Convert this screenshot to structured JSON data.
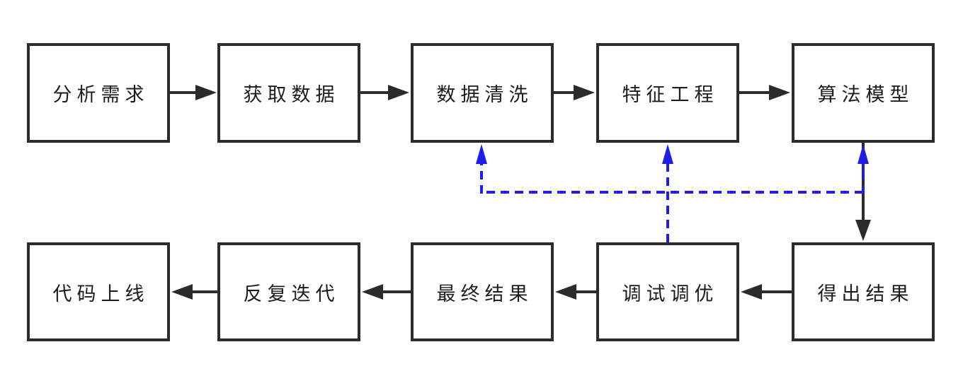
{
  "diagram": {
    "description": "Machine learning workflow flowchart with feedback loops",
    "colors": {
      "background": "#ffffff",
      "box_border": "#2b2b2b",
      "flow_arrow": "#2b2b2b",
      "feedback_arrow": "#1e1ee8",
      "text": "#1c1c1c"
    },
    "nodes": [
      {
        "id": "analyze",
        "label": "分析需求",
        "row": 1,
        "col": 1
      },
      {
        "id": "acquire",
        "label": "获取数据",
        "row": 1,
        "col": 2
      },
      {
        "id": "clean",
        "label": "数据清洗",
        "row": 1,
        "col": 3
      },
      {
        "id": "feature",
        "label": "特征工程",
        "row": 1,
        "col": 4
      },
      {
        "id": "model",
        "label": "算法模型",
        "row": 1,
        "col": 5
      },
      {
        "id": "result",
        "label": "得出结果",
        "row": 2,
        "col": 5
      },
      {
        "id": "tune",
        "label": "调试调优",
        "row": 2,
        "col": 4
      },
      {
        "id": "final",
        "label": "最终结果",
        "row": 2,
        "col": 3
      },
      {
        "id": "iterate",
        "label": "反复迭代",
        "row": 2,
        "col": 2
      },
      {
        "id": "deploy",
        "label": "代码上线",
        "row": 2,
        "col": 1
      }
    ],
    "edges": [
      {
        "from": "analyze",
        "to": "acquire",
        "style": "solid",
        "color": "black"
      },
      {
        "from": "acquire",
        "to": "clean",
        "style": "solid",
        "color": "black"
      },
      {
        "from": "clean",
        "to": "feature",
        "style": "solid",
        "color": "black"
      },
      {
        "from": "feature",
        "to": "model",
        "style": "solid",
        "color": "black"
      },
      {
        "from": "model",
        "to": "result",
        "style": "solid",
        "color": "black"
      },
      {
        "from": "result",
        "to": "tune",
        "style": "solid",
        "color": "black"
      },
      {
        "from": "tune",
        "to": "final",
        "style": "solid",
        "color": "black"
      },
      {
        "from": "final",
        "to": "iterate",
        "style": "solid",
        "color": "black"
      },
      {
        "from": "iterate",
        "to": "deploy",
        "style": "solid",
        "color": "black"
      },
      {
        "from": "tune",
        "to": "clean",
        "style": "dashed",
        "color": "blue"
      },
      {
        "from": "tune",
        "to": "feature",
        "style": "dashed",
        "color": "blue"
      },
      {
        "from": "tune",
        "to": "model",
        "style": "dashed",
        "color": "blue"
      }
    ]
  }
}
